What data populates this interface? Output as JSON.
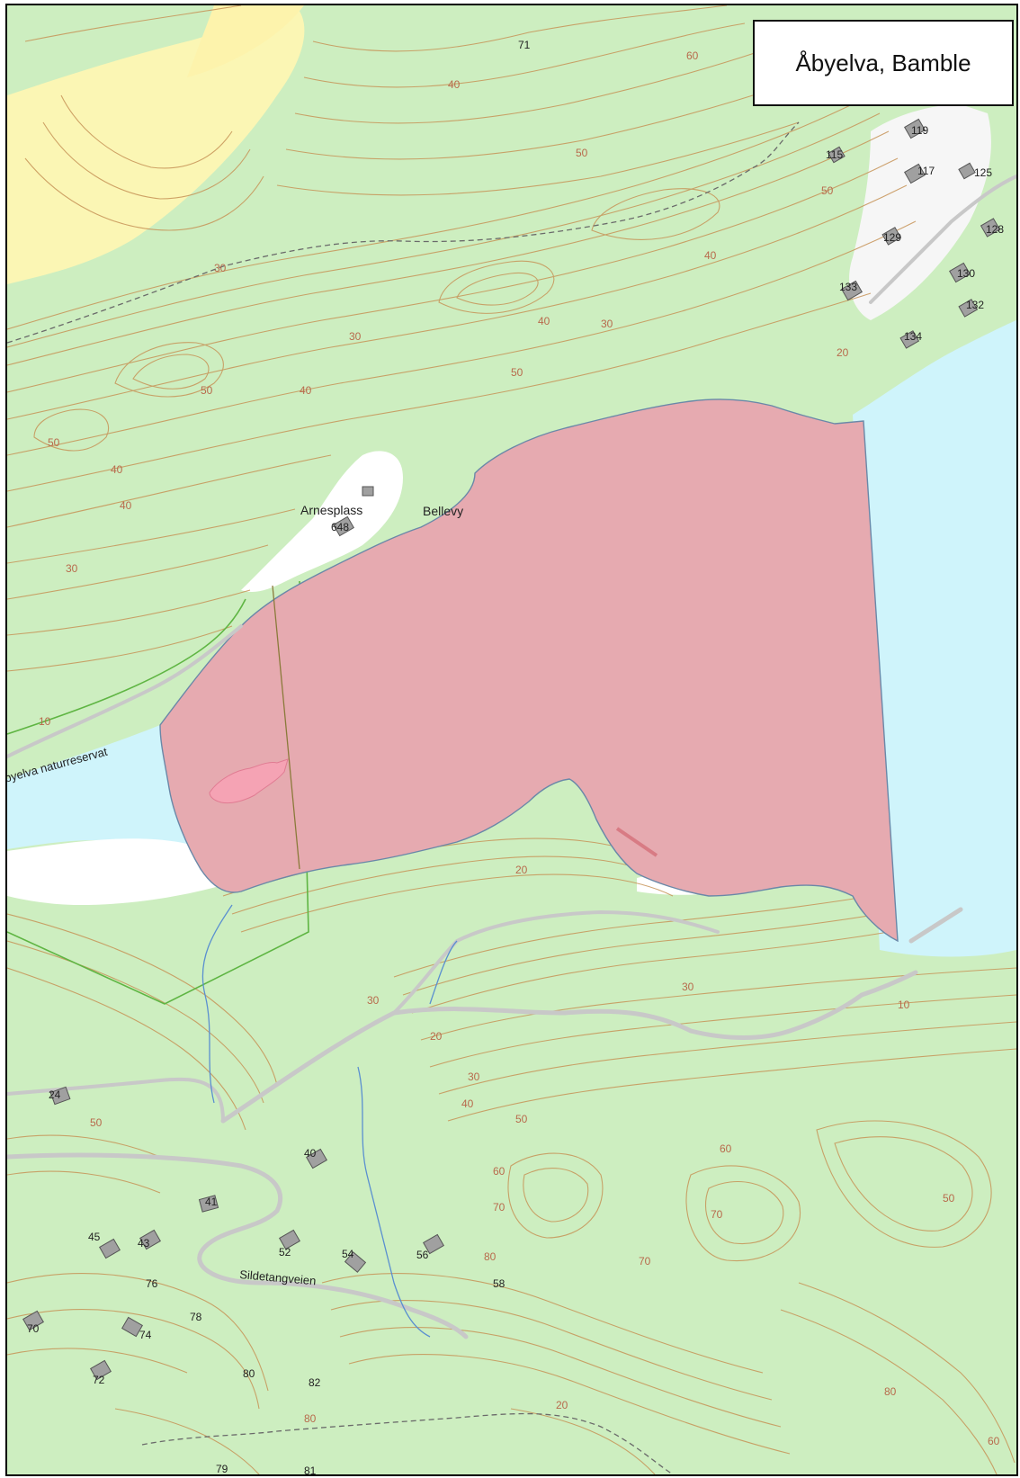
{
  "map": {
    "title": "Åbyelva, Bamble",
    "colors": {
      "forest": "#cdeec0",
      "field": "#fbf6b4",
      "water": "#cff4fb",
      "open_area": "#ffffff",
      "contour": "#c79458",
      "contour_label": "#b86a4c",
      "protected_area": "#e6aab0",
      "reserve_boundary": "#5fb543",
      "road": "#c8c8c8",
      "stream": "#5a8fd0",
      "building": "#a0a0a0"
    },
    "place_names": {
      "arnesplass": "Arnesplass",
      "bellevy": "Bellevy",
      "reserve": "Åbyelva naturreservat",
      "road": "Sildetangveien"
    },
    "house_numbers": {
      "h119": "119",
      "h115": "115",
      "h117": "117",
      "h125": "125",
      "h128": "128",
      "h129": "129",
      "h130": "130",
      "h132": "132",
      "h133": "133",
      "h134": "134",
      "h648": "648",
      "h24": "24",
      "h40": "40",
      "h41": "41",
      "h45": "45",
      "h43": "43",
      "h52": "52",
      "h54": "54",
      "h56": "56",
      "h58": "58",
      "h76": "76",
      "h78": "78",
      "h70": "70",
      "h74": "74",
      "h72": "72",
      "h80": "80",
      "h82": "82",
      "h79": "79",
      "h81": "81",
      "h71": "71"
    },
    "contour_labels": {
      "c40a": "40",
      "c50a": "50",
      "c60a": "60",
      "c30a": "30",
      "c30b": "30",
      "c40b": "40",
      "c50b": "50",
      "c40c": "40",
      "c30c": "30",
      "c20a": "20",
      "c10a": "10",
      "c20b": "20",
      "c30d": "30",
      "c10b": "10",
      "c20c": "20",
      "c30e": "30",
      "c40d": "40",
      "c50c": "50",
      "c60b": "60",
      "c70a": "70",
      "c80a": "80",
      "c70b": "70",
      "c70c": "70",
      "c50d": "50",
      "c80b": "80",
      "c60c": "60",
      "c80c": "80",
      "c50e": "50",
      "c40e": "40",
      "c50f": "50",
      "c40f": "40",
      "c60d": "60",
      "c50g": "50",
      "c30f": "30",
      "c40g": "40",
      "c30g": "30",
      "c20d": "20",
      "c50h": "50"
    }
  }
}
